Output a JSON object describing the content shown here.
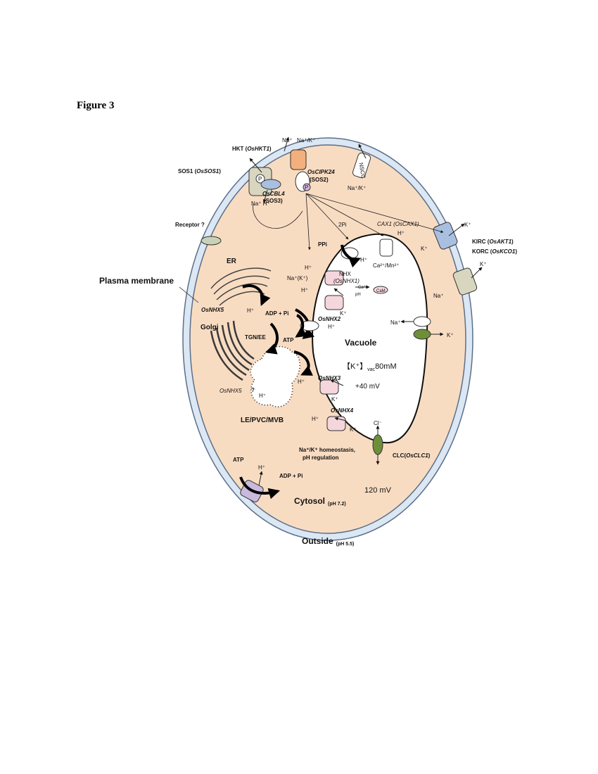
{
  "figure_label": "Figure 3",
  "colors": {
    "membrane": "#dce7f4",
    "membrane_stroke": "#5a6f8a",
    "cytosol": "#f8dcc2",
    "vacuole": "#ffffff",
    "channel_orange": "#f3b07e",
    "channel_blue": "#a9bfe0",
    "channel_tan": "#d9d6c0",
    "channel_pink": "#f5d6dc",
    "channel_violet": "#c9b9dc",
    "clc_green": "#6e8f3a"
  },
  "labels": {
    "hkt": "HKT (",
    "hkt_gene": "OsHKT1",
    "hkt_close": ")",
    "na_top": "Na⁺",
    "na_k_top": "Na⁺/K⁺",
    "nscc": "NSCC",
    "na_k_right": "Na⁺/K⁺",
    "sos1": "SOS1 (",
    "sos1_gene": "OsSOS1",
    "sos1_close": ")",
    "oscipk24": "OsCIPK24",
    "sos2": "(SOS2)",
    "oscbl4": "OsCBL4",
    "sos3": "(SOS3)",
    "na_h": "Na⁺  H⁺",
    "p1": "P",
    "p2": "P",
    "receptor": "Receptor ?",
    "twopi": "2Pi",
    "ppi": "PPi",
    "h_ppase": "H⁺",
    "cax1": "CAX1 (OsCAX1)",
    "h_cax": "H⁺",
    "ca_mn": "Ca²⁺/Mn²⁺",
    "k_plus_akt": "K⁺",
    "k_plus_akt_left": "K⁺",
    "kirc": "KIRC (",
    "kirc_gene": "OsAKT1",
    "kirc_close": ")",
    "korc": "KORC (",
    "korc_gene": "OsKCO1",
    "korc_close": ")",
    "k_korc": "K⁺",
    "na_korc": "Na⁺",
    "er": "ER",
    "plasma_membrane": "Plasma membrane",
    "nhx": "NHX",
    "osnhx1": "(OsNHX1)",
    "h_nhx1": "H⁺",
    "na_k_nhx1": "Na⁺(K⁺)",
    "h_nhx1b": "H⁺",
    "ca2": "Ca²⁺",
    "ph": "pH",
    "cam": "CaM",
    "osnhx5_top": "OsNHX5",
    "h_golgi": "H⁺",
    "adp_pi": "ADP + Pi",
    "h_adp": "H⁺",
    "k_nhx2": "K⁺",
    "osnhx2": "OsNHX2",
    "h_nhx2": "H⁺",
    "golgi": "Golgi",
    "tgn_ee": "TGN/EE",
    "atp_mid": "ATP",
    "na_vac": "Na⁺",
    "k_vac": "K⁺",
    "vacuole": "Vacuole",
    "k_vac_conc_a": "【K⁺】",
    "k_vac_conc_sub": "vac",
    "k_vac_conc_b": "80mM",
    "plus40": "+40 mV",
    "osnhx5_bottom": "OsNHX5",
    "q_mark": "?",
    "h_le": "H⁺",
    "osnhx3": "OsNHX3",
    "h_nhx3": "H⁺",
    "k_nhx3": "K⁺",
    "osnhx4": "OsNHX4",
    "h_nhx4": "H⁺",
    "k_nhx4": "K⁺",
    "le_pvc": "LE/PVC/MVB",
    "cl": "Cl⁻",
    "homeostasis1": "Na⁺/K⁺ homeostasis,",
    "homeostasis2": "pH regulation",
    "clc": "CLC(",
    "clc_gene": "OsCLC1",
    "clc_close": ")",
    "atp_pm": "ATP",
    "h_pm": "H⁺",
    "adp_pi_pm": "ADP + Pi",
    "mv120": "120 mV",
    "cytosol": "Cytosol",
    "cytosol_ph": "(pH 7.2)",
    "outside": "Outside",
    "outside_ph": "(pH 5.5)"
  }
}
